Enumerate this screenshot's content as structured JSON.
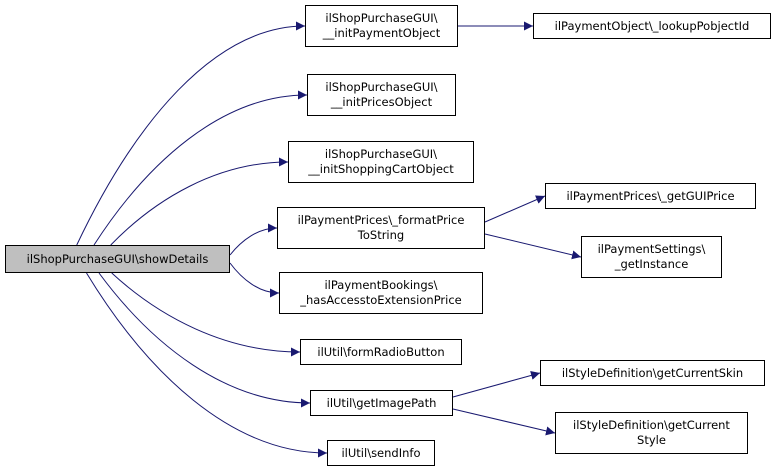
{
  "colors": {
    "edge": "#191970",
    "root_fill": "#bfbfbf",
    "node_fill": "#ffffff",
    "border": "#000000"
  },
  "nodes": {
    "root": "ilShopPurchaseGUI\\showDetails",
    "n1": "ilShopPurchaseGUI\\\n__initPaymentObject",
    "n2": "ilShopPurchaseGUI\\\n__initPricesObject",
    "n3": "ilShopPurchaseGUI\\\n__initShoppingCartObject",
    "n4": "ilPaymentPrices\\_formatPrice\nToString",
    "n5": "ilPaymentBookings\\\n_hasAccesstoExtensionPrice",
    "n6": "ilUtil\\formRadioButton",
    "n7": "ilUtil\\getImagePath",
    "n8": "ilUtil\\sendInfo",
    "n9": "ilPaymentObject\\_lookupPobjectId",
    "n10": "ilPaymentPrices\\_getGUIPrice",
    "n11": "ilPaymentSettings\\\n_getInstance",
    "n12": "ilStyleDefinition\\getCurrentSkin",
    "n13": "ilStyleDefinition\\getCurrent\nStyle"
  },
  "edges": [
    [
      "root",
      "n1"
    ],
    [
      "root",
      "n2"
    ],
    [
      "root",
      "n3"
    ],
    [
      "root",
      "n4"
    ],
    [
      "root",
      "n5"
    ],
    [
      "root",
      "n6"
    ],
    [
      "root",
      "n7"
    ],
    [
      "root",
      "n8"
    ],
    [
      "n1",
      "n9"
    ],
    [
      "n4",
      "n10"
    ],
    [
      "n4",
      "n11"
    ],
    [
      "n7",
      "n12"
    ],
    [
      "n7",
      "n13"
    ]
  ]
}
